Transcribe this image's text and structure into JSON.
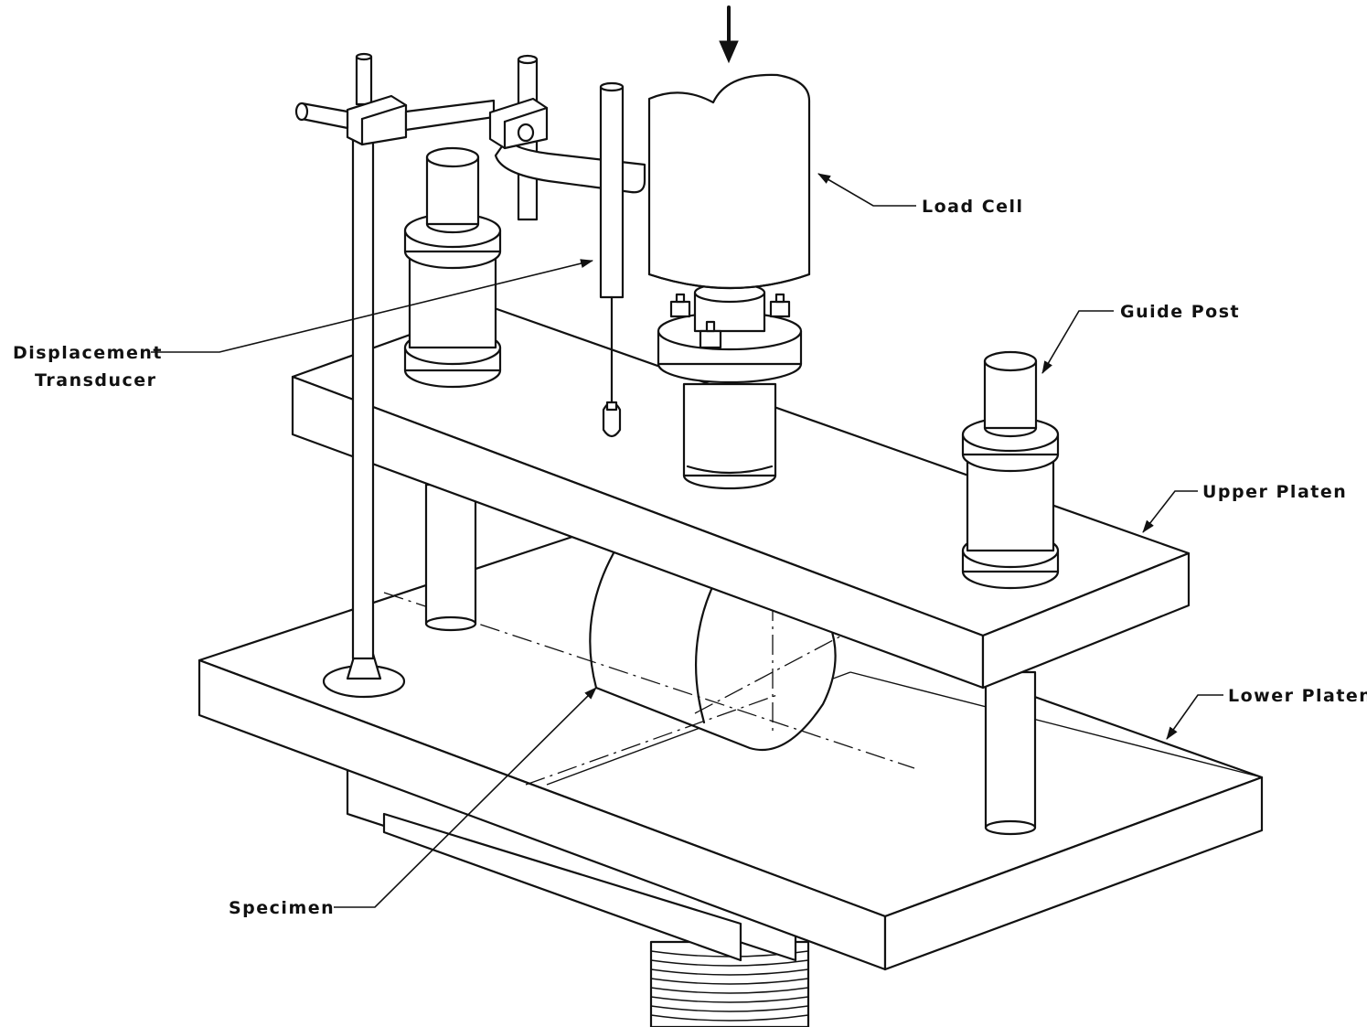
{
  "labels": {
    "load_cell": "Load Cell",
    "guide_post": "Guide Post",
    "displacement_line1": "Displacement",
    "displacement_line2": "Transducer",
    "upper_platen": "Upper Platen",
    "lower_platen": "Lower Platen",
    "specimen": "Specimen"
  }
}
